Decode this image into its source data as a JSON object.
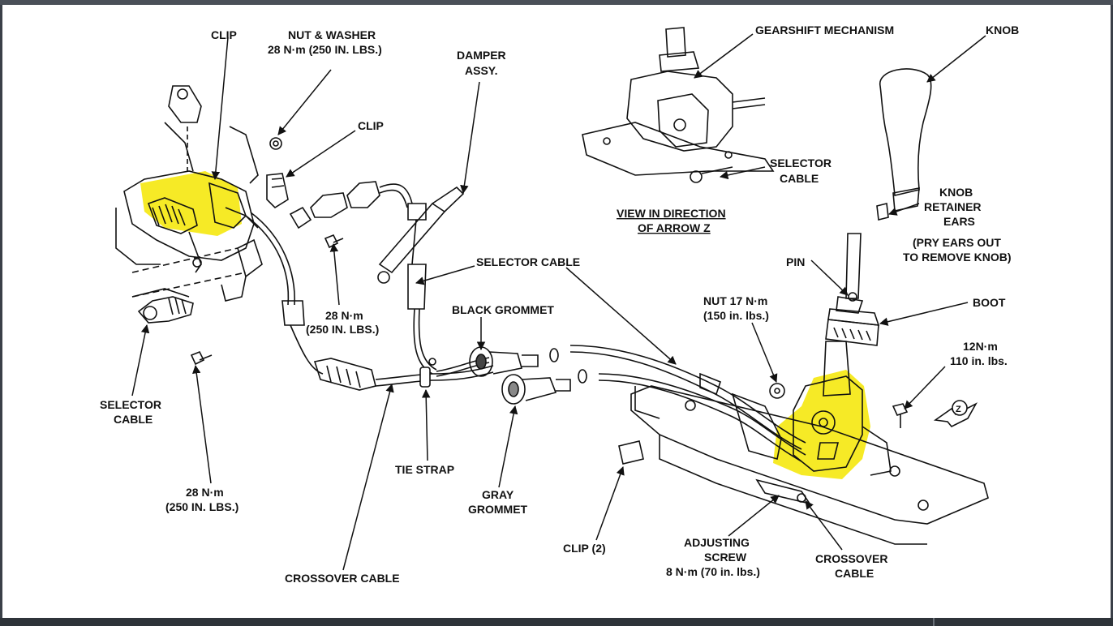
{
  "labels": {
    "clip_top": "CLIP",
    "nut_washer_1": "NUT & WASHER",
    "nut_washer_2": "28 N·m (250 IN. LBS.)",
    "clip_mid": "CLIP",
    "damper_1": "DAMPER",
    "damper_2": "ASSY.",
    "gearshift": "GEARSHIFT MECHANISM",
    "knob": "KNOB",
    "selector_cable_inset_1": "SELECTOR",
    "selector_cable_inset_2": "CABLE",
    "view_1": "VIEW IN DIRECTION",
    "view_2": "OF ARROW Z",
    "knob_retainer_1": "KNOB",
    "knob_retainer_2": "RETAINER",
    "knob_retainer_3": "EARS",
    "pry_1": "(PRY EARS OUT",
    "pry_2": "TO REMOVE KNOB)",
    "pin": "PIN",
    "selector_cable_mid": "SELECTOR CABLE",
    "torque_28_mid_1": "28 N·m",
    "torque_28_mid_2": "(250 IN. LBS.)",
    "black_grommet": "BLACK GROMMET",
    "nut17_1": "NUT 17 N·m",
    "nut17_2": "(150 in. lbs.)",
    "boot": "BOOT",
    "torque12_1": "12N·m",
    "torque12_2": "110 in. lbs.",
    "arrow_z": "Z",
    "selector_cable_left_1": "SELECTOR",
    "selector_cable_left_2": "CABLE",
    "tie_strap": "TIE STRAP",
    "torque_28_low_1": "28 N·m",
    "torque_28_low_2": "(250 IN. LBS.)",
    "gray_grommet_1": "GRAY",
    "gray_grommet_2": "GROMMET",
    "clip2": "CLIP (2)",
    "adjusting_1": "ADJUSTING",
    "adjusting_2": "SCREW",
    "adjusting_3": "8 N·m (70 in. lbs.)",
    "crossover_right_1": "CROSSOVER",
    "crossover_right_2": "CABLE",
    "crossover_bottom": "CROSSOVER CABLE"
  },
  "colors": {
    "highlight": "#f5e600",
    "ink": "#111111",
    "background": "#ffffff"
  }
}
